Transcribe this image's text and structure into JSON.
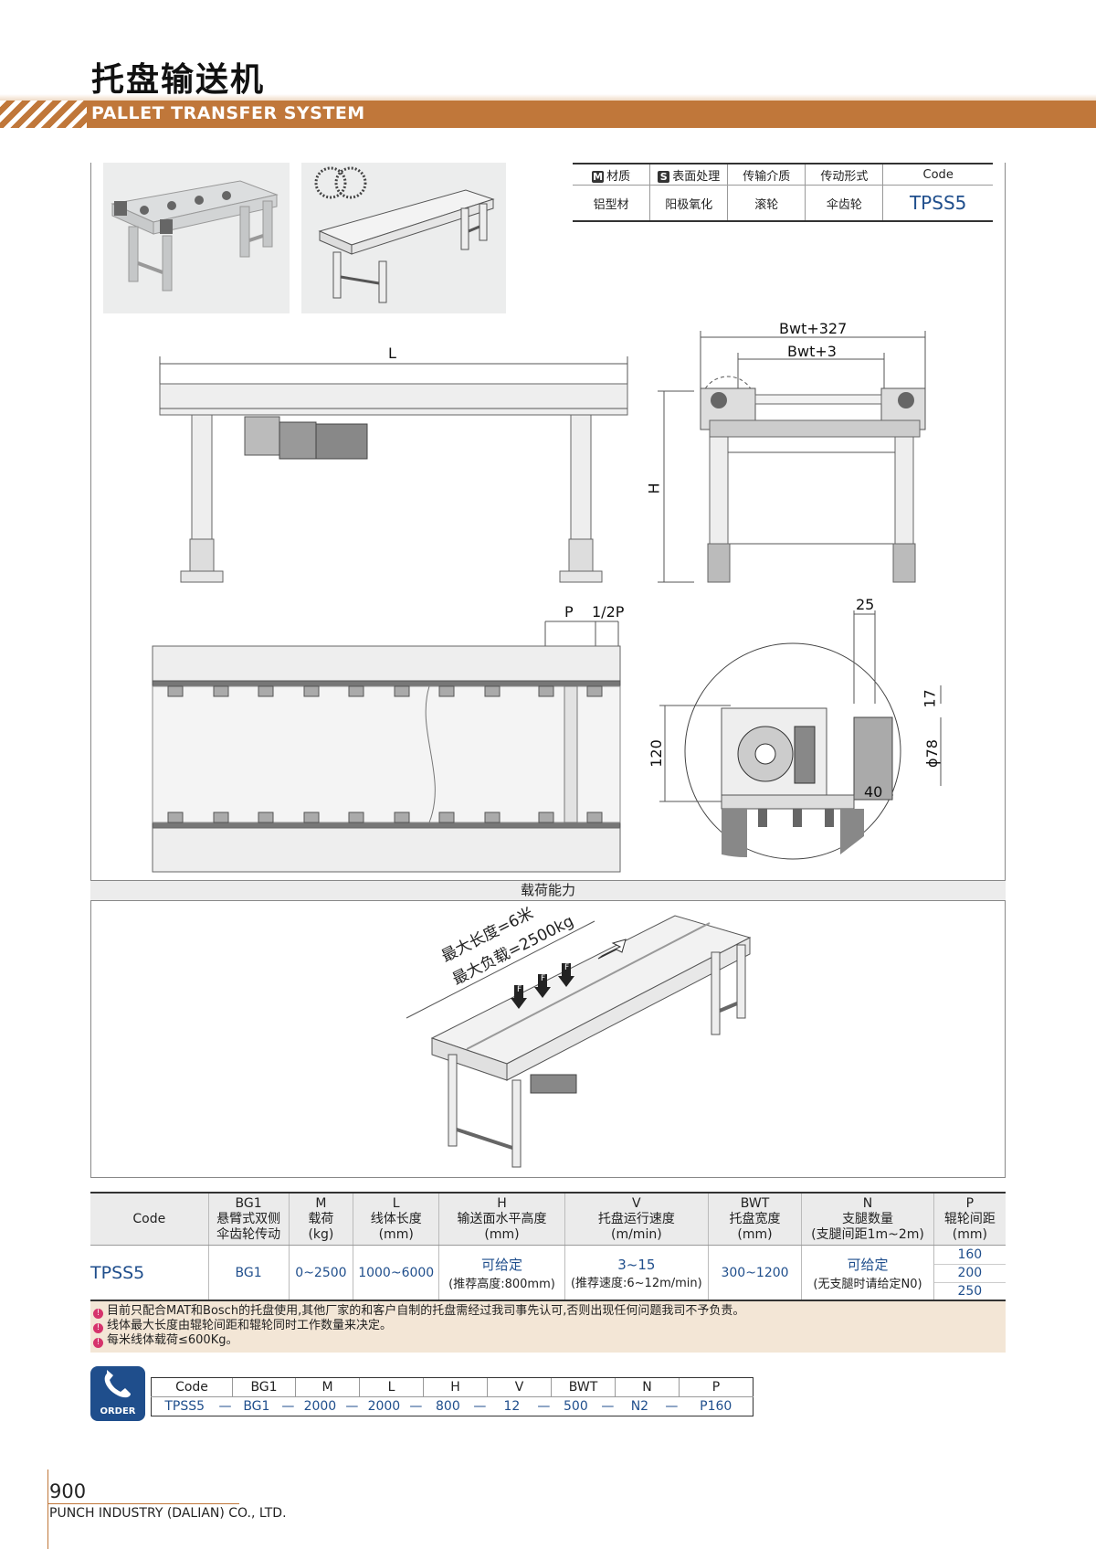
{
  "header": {
    "title_cn": "托盘输送机",
    "title_en": "PALLET TRANSFER SYSTEM"
  },
  "spec": {
    "headers": [
      {
        "badge": "M",
        "label": "材质"
      },
      {
        "badge": "S",
        "label": "表面处理"
      },
      {
        "badge": "",
        "label": "传输介质"
      },
      {
        "badge": "",
        "label": "传动形式"
      },
      {
        "badge": "",
        "label": "Code"
      }
    ],
    "values": [
      "铝型材",
      "阳极氧化",
      "滚轮",
      "伞齿轮",
      "TPSS5"
    ]
  },
  "drawing": {
    "dim_L": "L",
    "dim_bwt327": "Bwt+327",
    "dim_bwt3": "Bwt+3",
    "dim_H": "H",
    "dim_P": "P",
    "dim_halfP": "1/2P",
    "dim_25": "25",
    "dim_17": "17",
    "dim_120": "120",
    "dim_phi78": "ϕ78",
    "dim_40": "40"
  },
  "load": {
    "title": "载荷能力",
    "max_length": "最大长度=6米",
    "max_load": "最大负载=2500kg",
    "force": "F"
  },
  "main_table": {
    "headers": [
      [
        "Code"
      ],
      [
        "BG1",
        "悬臂式双侧",
        "伞齿轮传动"
      ],
      [
        "M",
        "载荷",
        "(kg)"
      ],
      [
        "L",
        "线体长度",
        "(mm)"
      ],
      [
        "H",
        "输送面水平高度",
        "(mm)"
      ],
      [
        "V",
        "托盘运行速度",
        "(m/min)"
      ],
      [
        "BWT",
        "托盘宽度",
        "(mm)"
      ],
      [
        "N",
        "支腿数量",
        "(支腿间距1m~2m)"
      ],
      [
        "P",
        "辊轮间距",
        "(mm)"
      ]
    ],
    "row": {
      "code": "TPSS5",
      "bg1": "BG1",
      "m": "0~2500",
      "l": "1000~6000",
      "h": "可给定",
      "h_note": "(推荐高度:800mm)",
      "v": "3~15",
      "v_note": "(推荐速度:6~12m/min)",
      "bwt": "300~1200",
      "n": "可给定",
      "n_note": "(无支腿时请给定N0)",
      "p": [
        "160",
        "200",
        "250"
      ]
    }
  },
  "notes": [
    "目前只配合MAT和Bosch的托盘使用,其他厂家的和客户自制的托盘需经过我司事先认可,否则出现任何问题我司不予负责。",
    "线体最大长度由辊轮间距和辊轮同时工作数量来决定。",
    "每米线体载荷≤600Kg。"
  ],
  "order": {
    "icon_label": "ORDER",
    "headers": [
      "Code",
      "BG1",
      "M",
      "L",
      "H",
      "V",
      "BWT",
      "N",
      "P"
    ],
    "values": [
      "TPSS5",
      "—",
      "BG1",
      "—",
      "2000",
      "—",
      "2000",
      "—",
      "800",
      "—",
      "12",
      "—",
      "500",
      "—",
      "N2",
      "—",
      "P160"
    ]
  },
  "footer": {
    "page": "900",
    "company": "PUNCH INDUSTRY (DALIAN) CO., LTD."
  },
  "colors": {
    "accent": "#c0773a",
    "code_blue": "#1f4e8c",
    "note_bg": "#f3e6d6"
  }
}
